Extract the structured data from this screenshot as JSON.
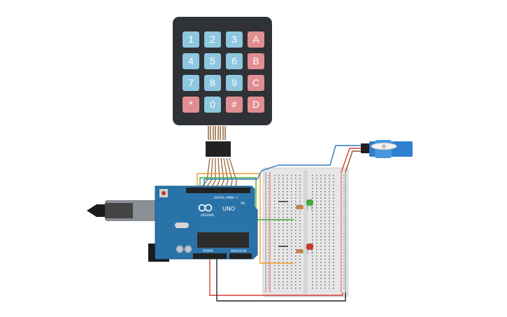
{
  "keypad": {
    "rows": [
      [
        "1",
        "2",
        "3",
        "A"
      ],
      [
        "4",
        "5",
        "6",
        "B"
      ],
      [
        "7",
        "8",
        "9",
        "C"
      ],
      [
        "*",
        "0",
        "#",
        "D"
      ]
    ]
  },
  "arduino": {
    "brand": "ARDUINO",
    "model": "UNO",
    "digital_header": "DIGITAL (PWM ~)",
    "power_header": "POWER",
    "analog_header": "ANALOG IN",
    "on_label": "ON"
  },
  "leds": [
    "green",
    "red"
  ],
  "colors": {
    "keypad_body": "#2f3236",
    "key_number": "#8ec7df",
    "key_letter": "#e08e92",
    "arduino_board": "#2a73a8",
    "breadboard": "#e6e6e6",
    "servo_body": "#2f80d1",
    "wire_red": "#d93a32",
    "wire_black": "#222222",
    "wire_orange": "#f09a2a",
    "wire_green": "#3fae3a",
    "wire_blue": "#2b7cc4",
    "wire_brown": "#8a5a2b"
  }
}
